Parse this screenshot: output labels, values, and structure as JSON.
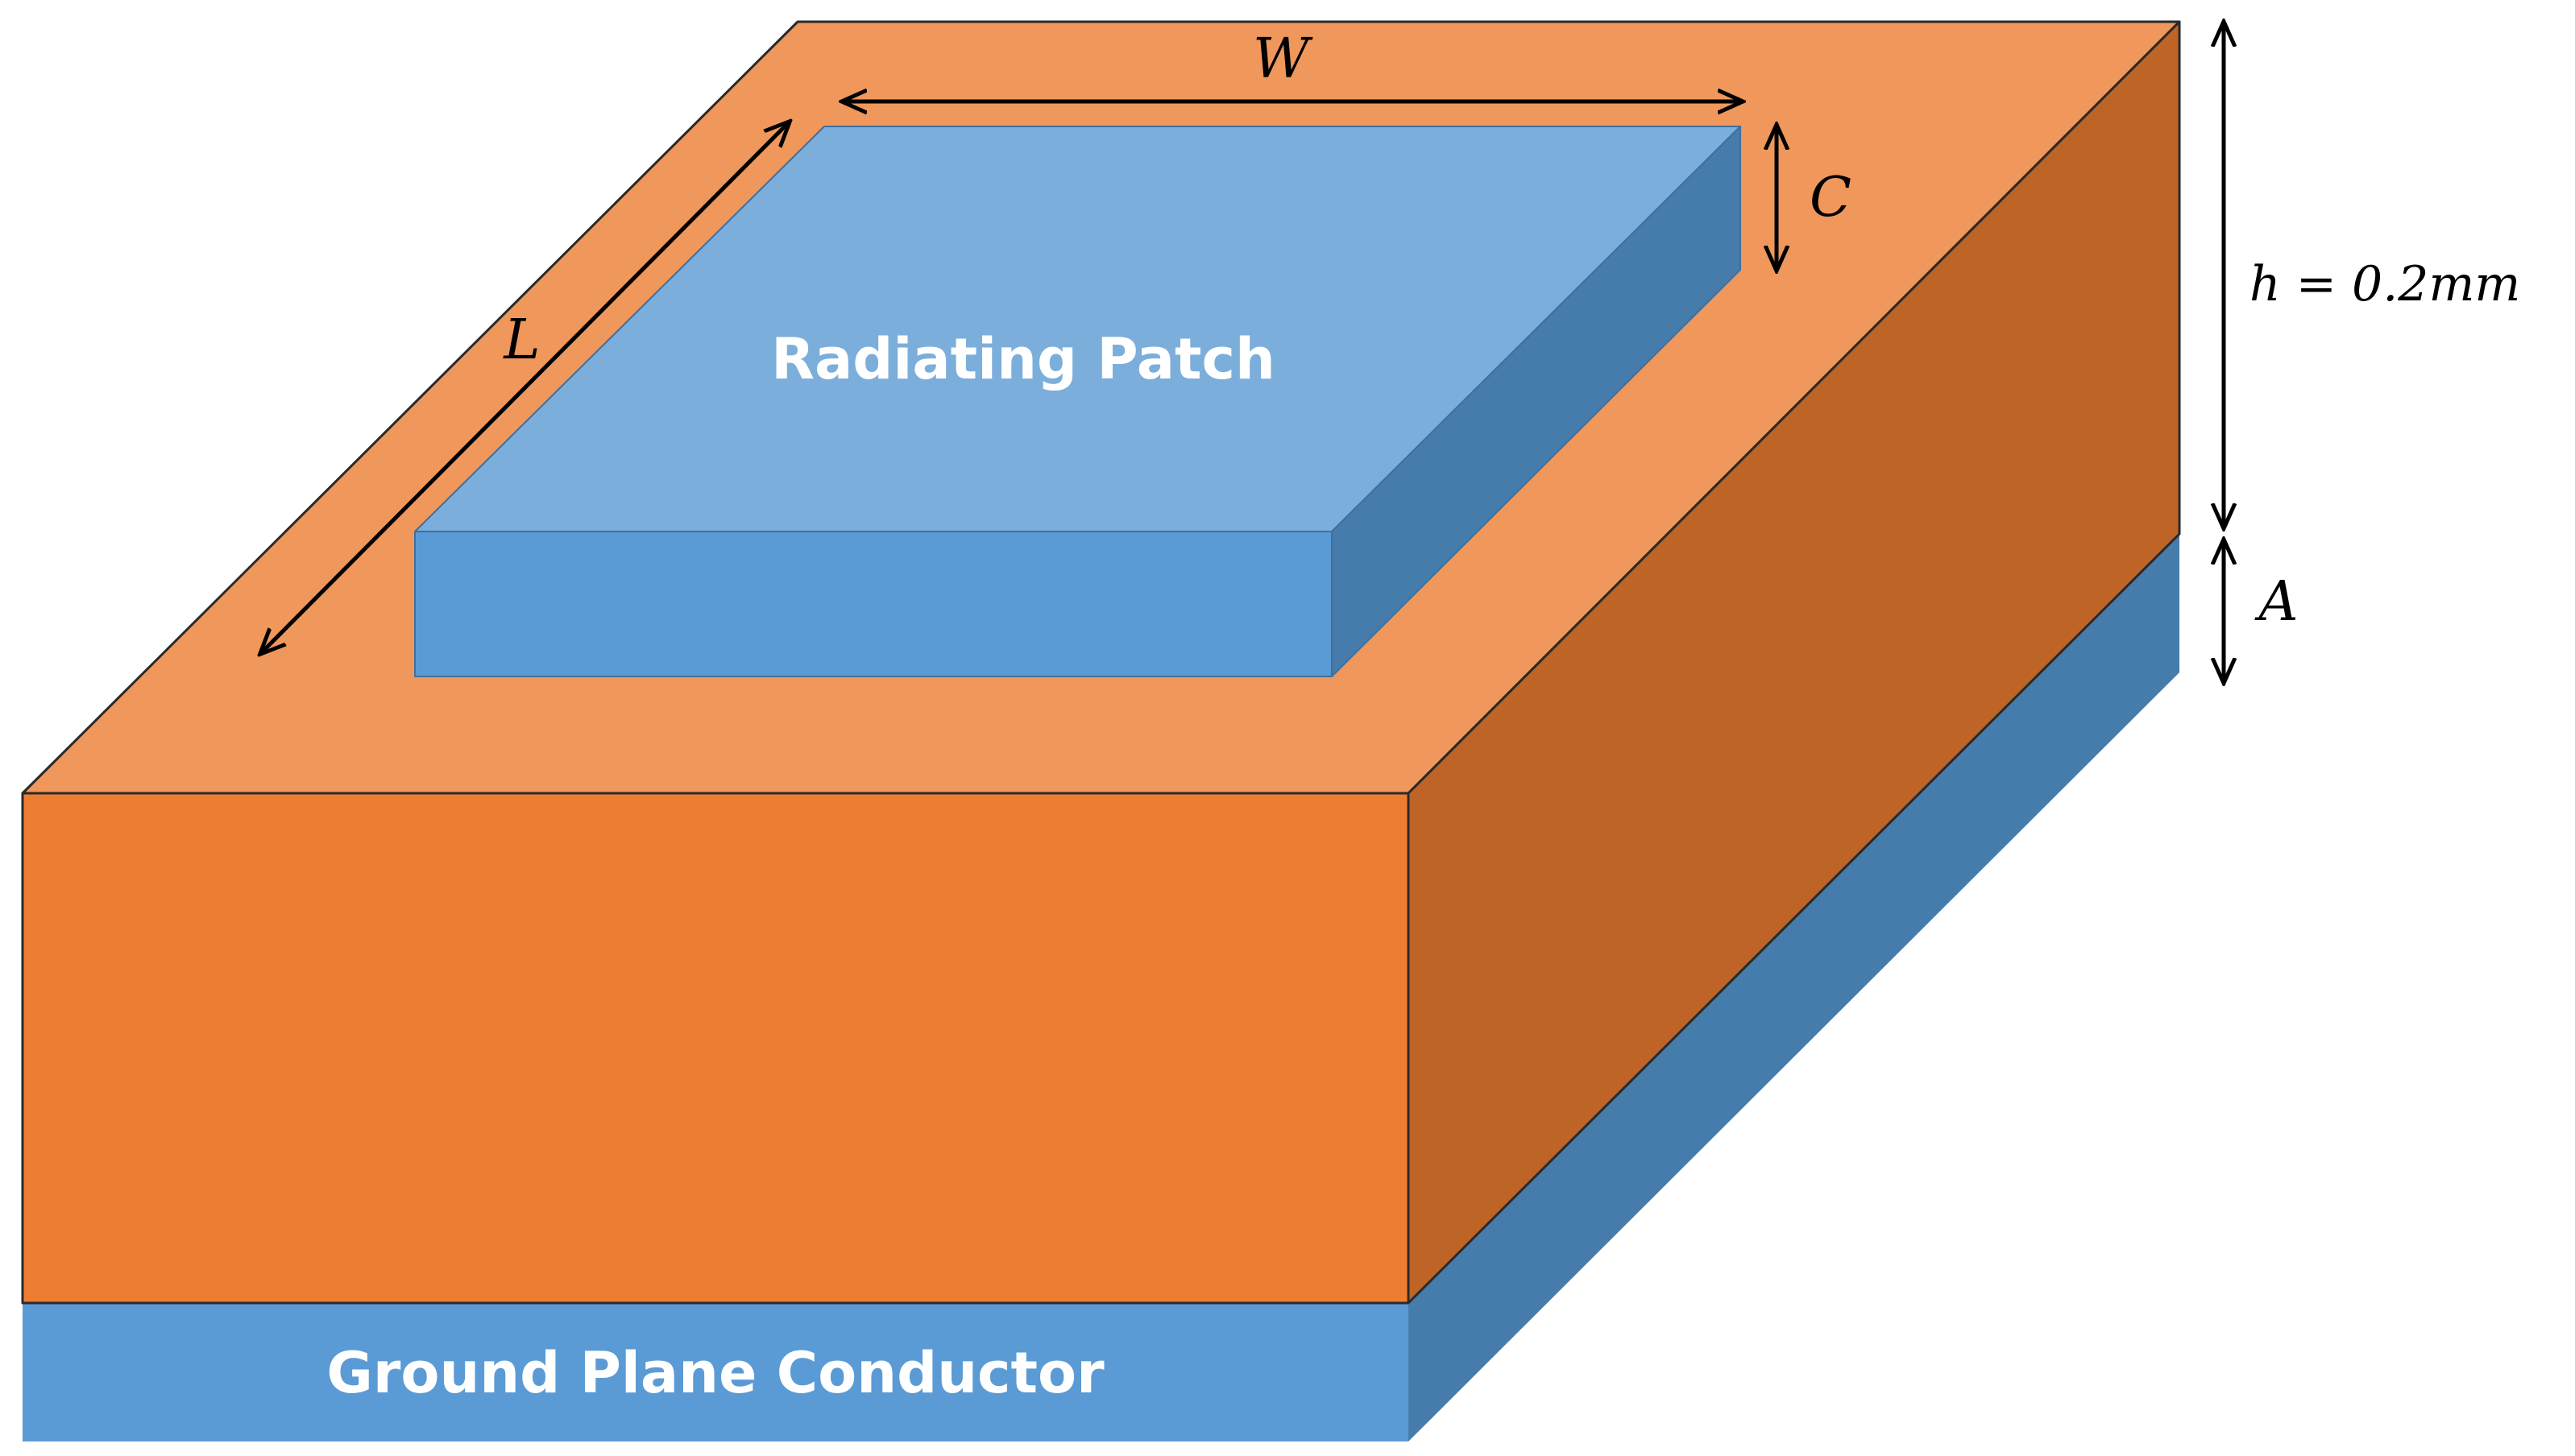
{
  "labels": {
    "patch": "Radiating Patch",
    "ground": "Ground Plane Conductor",
    "width": "W",
    "length": "L",
    "patch_thickness": "C",
    "substrate_height": "h = 0.2mm",
    "ground_thickness": "A"
  },
  "colors": {
    "substrate_top": "#f0975b",
    "substrate_front": "#ed7d31",
    "substrate_side": "#bf6427",
    "patch_top": "#7caedc",
    "patch_front": "#5b9bd5",
    "patch_side": "#467cac",
    "ground_front": "#5b9bd5",
    "ground_side": "#467cac"
  }
}
